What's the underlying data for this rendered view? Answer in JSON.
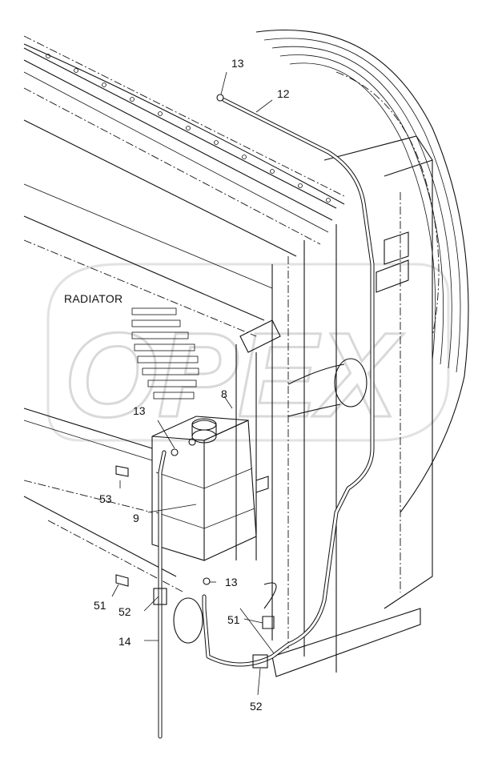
{
  "watermark": "OPEX",
  "labels": {
    "radiator": "RADIATOR",
    "p13_top": "13",
    "p12": "12",
    "p8": "8",
    "p13_tank": "13",
    "p53": "53",
    "p9": "9",
    "p13_low": "13",
    "p51_left": "51",
    "p52_left": "52",
    "p14": "14",
    "p51_right": "51",
    "p52_right": "52"
  }
}
